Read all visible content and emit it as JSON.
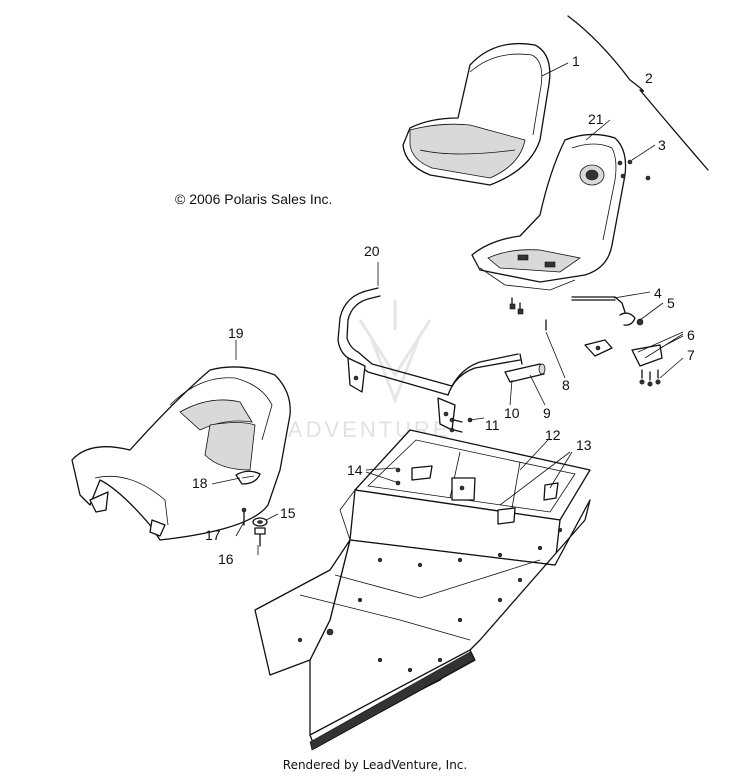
{
  "copyright": "© 2006 Polaris Sales Inc.",
  "footer": "Rendered by LeadVenture, Inc.",
  "watermark": "LEADVENTURE",
  "callouts": [
    "1",
    "2",
    "3",
    "4",
    "5",
    "6",
    "7",
    "8",
    "9",
    "10",
    "11",
    "12",
    "13",
    "14",
    "15",
    "16",
    "17",
    "18",
    "19",
    "20",
    "21"
  ]
}
